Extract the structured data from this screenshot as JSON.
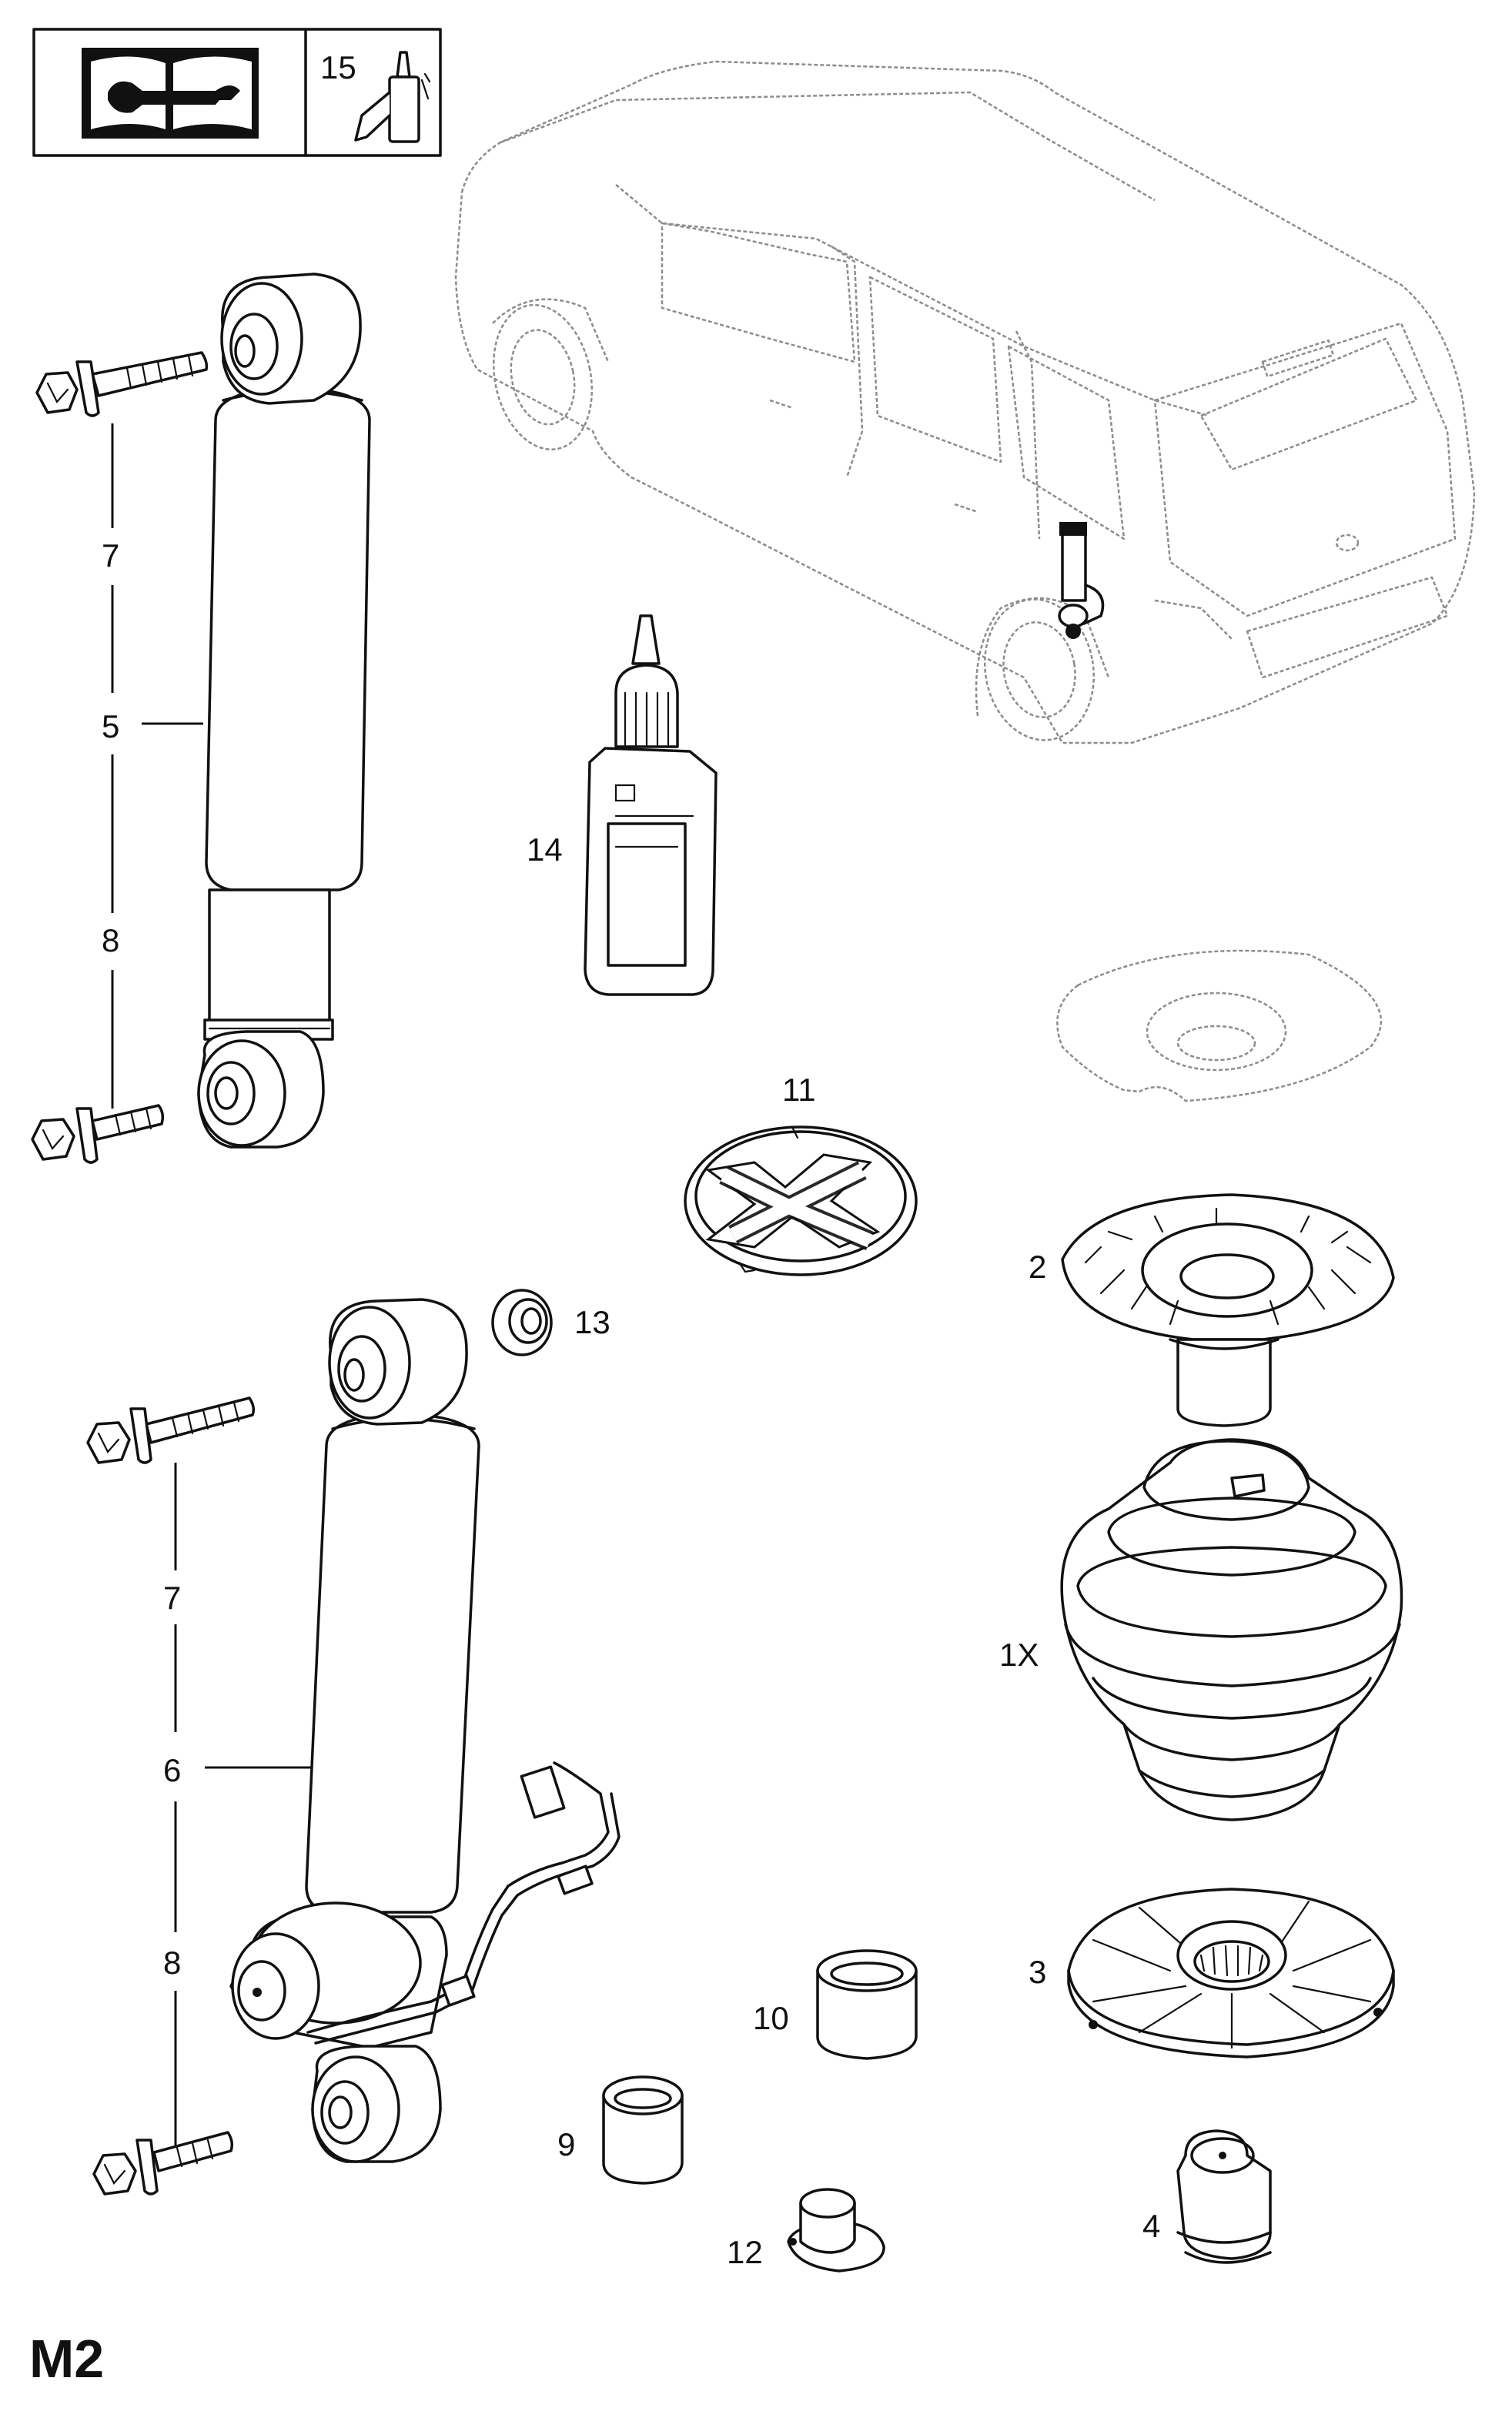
{
  "page": {
    "page_code": "M2",
    "header": {
      "manual_icon": "service-manual-wrench-book-icon",
      "reference_number": "15"
    }
  },
  "callouts": {
    "c1x": "1X",
    "c2": "2",
    "c3": "3",
    "c4": "4",
    "c5": "5",
    "c6": "6",
    "c7_upper": "7",
    "c8_upper": "8",
    "c7_lower": "7",
    "c8_lower": "8",
    "c9": "9",
    "c10": "10",
    "c11": "11",
    "c12": "12",
    "c13": "13",
    "c14": "14"
  }
}
